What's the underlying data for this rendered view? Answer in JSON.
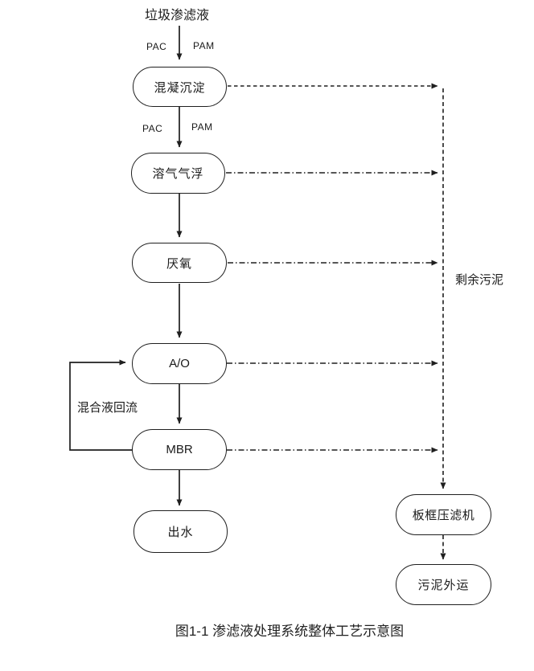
{
  "diagram": {
    "source_label": "垃圾渗滤液",
    "caption": "图1-1 渗滤液处理系统整体工艺示意图",
    "nodes": [
      {
        "id": "coagulation-sedimentation",
        "label": "混凝沉淀"
      },
      {
        "id": "dissolved-air-flotation",
        "label": "溶气气浮"
      },
      {
        "id": "anaerobic",
        "label": "厌氧"
      },
      {
        "id": "anoxic-oxic",
        "label": "A/O"
      },
      {
        "id": "mbr",
        "label": "MBR"
      },
      {
        "id": "effluent",
        "label": "出水"
      },
      {
        "id": "plate-frame-filter-press",
        "label": "板框压滤机"
      },
      {
        "id": "sludge-transport",
        "label": "污泥外运"
      }
    ],
    "dosing": {
      "pac": "PAC",
      "pam": "PAM"
    },
    "edge_labels": {
      "excess_sludge": "剩余污泥",
      "mixed_liquor_recycle": "混合液回流"
    },
    "colors": {
      "line": "#1f1f1f",
      "text": "#1a1a1a",
      "background": "#ffffff"
    }
  }
}
